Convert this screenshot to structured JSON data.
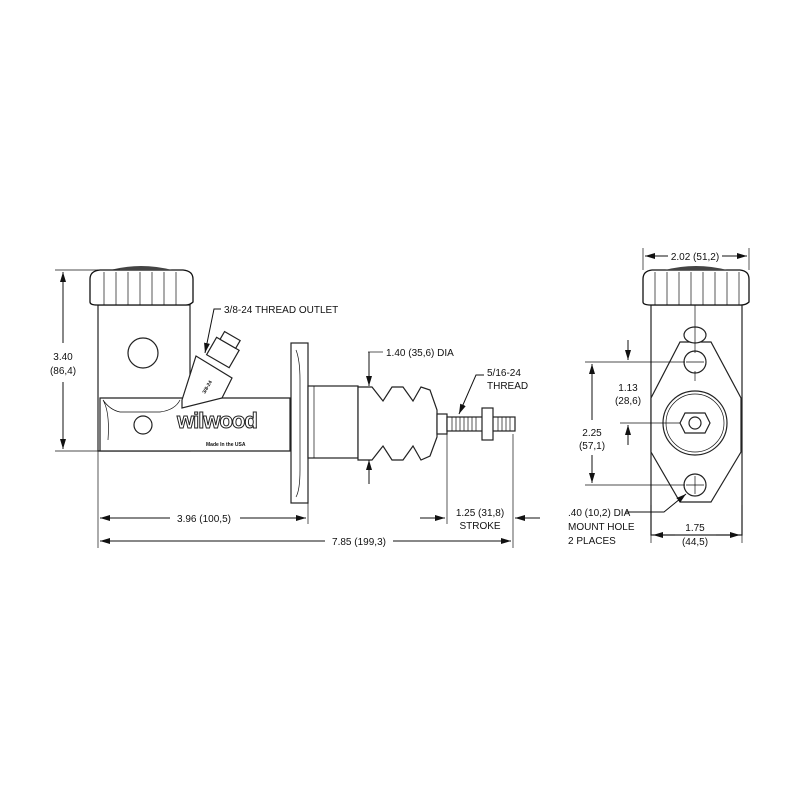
{
  "side_view": {
    "thread_outlet": "3/8-24 THREAD OUTLET",
    "body_diameter": "1.40 (35,6) DIA",
    "pushrod_thread": [
      "5/16-24",
      "THREAD"
    ],
    "height": [
      "3.40",
      "(86,4)"
    ],
    "flange_length": "3.96 (100,5)",
    "overall_length": "7.85 (199,3)",
    "stroke": [
      "1.25 (31,8)",
      "STROKE"
    ],
    "outlet_stamp": "3/8-24",
    "logo": "wilwood",
    "logo_sub": "Made In the USA"
  },
  "end_view": {
    "cap_width": "2.02 (51,2)",
    "center_offset": [
      "1.13",
      "(28,6)"
    ],
    "hole_spacing": [
      "2.25",
      "(57,1)"
    ],
    "flange_width": [
      "1.75",
      "(44,5)"
    ],
    "mount_hole": [
      ".40 (10,2) DIA",
      "MOUNT HOLE",
      "2 PLACES"
    ]
  }
}
